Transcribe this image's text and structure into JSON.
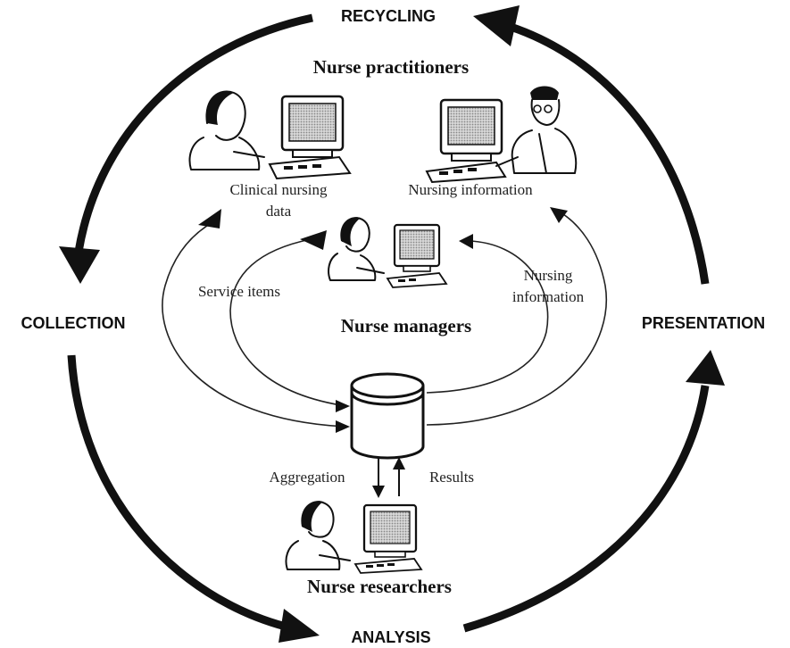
{
  "cycle": {
    "top": "RECYCLING",
    "left": "COLLECTION",
    "bottom": "ANALYSIS",
    "right": "PRESENTATION"
  },
  "roles": {
    "practitioners": "Nurse practitioners",
    "managers": "Nurse managers",
    "researchers": "Nurse researchers"
  },
  "flows": {
    "clinical_line1": "Clinical nursing",
    "clinical_line2": "data",
    "nursing_information_top": "Nursing information",
    "service_items": "Service items",
    "nursing_information_line1": "Nursing",
    "nursing_information_line2": "information",
    "aggregation": "Aggregation",
    "results": "Results"
  },
  "icons": {
    "database": "database-cylinder-icon",
    "workstation": "computer-workstation-icon",
    "person": "person-icon"
  },
  "colors": {
    "ink": "#111111",
    "screen": "#c8c8c8",
    "background": "#ffffff"
  }
}
